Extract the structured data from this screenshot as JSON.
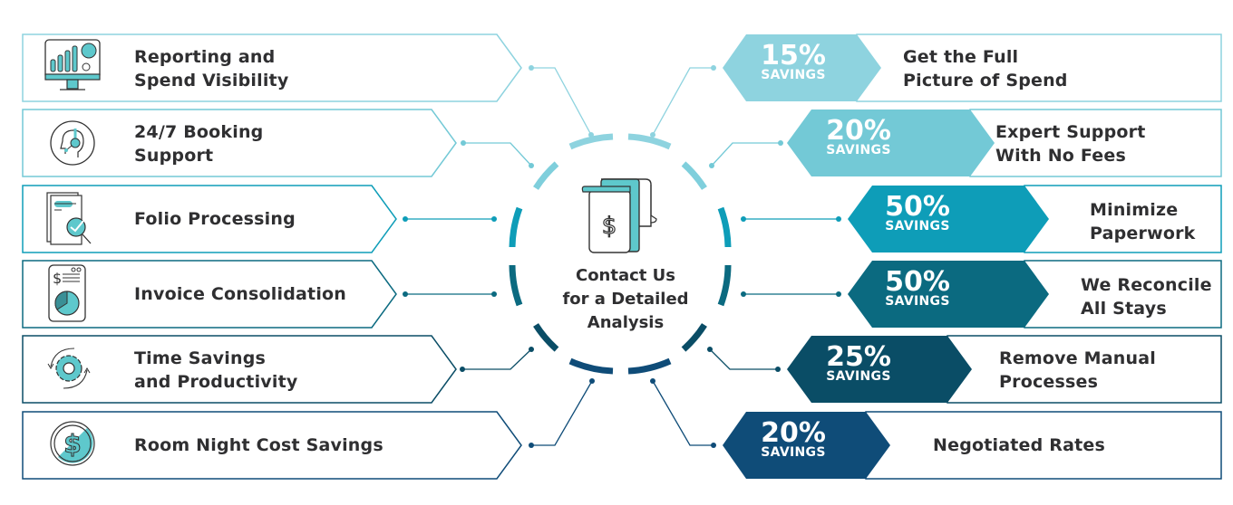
{
  "colors": {
    "row1": "#8ed3df",
    "row2": "#73c9d6",
    "row3": "#0e9db8",
    "row4": "#0b6a80",
    "row5": "#0a4d66",
    "row6": "#0f4c78",
    "text": "#2f2f31",
    "icon_fill": "#5ec8cc",
    "icon_stroke": "#333333"
  },
  "center": {
    "icon": "receipt-dollar-icon",
    "line1": "Contact Us",
    "line2": "for a Detailed",
    "line3": "Analysis"
  },
  "features": [
    {
      "icon": "monitor-chart-icon",
      "line1": "Reporting and",
      "line2": "Spend Visibility"
    },
    {
      "icon": "headset-support-icon",
      "line1": "24/7 Booking",
      "line2": "Support"
    },
    {
      "icon": "document-magnifier-icon",
      "line1": "Folio Processing",
      "line2": ""
    },
    {
      "icon": "invoice-pie-icon",
      "line1": "Invoice Consolidation",
      "line2": ""
    },
    {
      "icon": "gear-cycle-icon",
      "line1": "Time Savings",
      "line2": "and Productivity"
    },
    {
      "icon": "dollar-coin-icon",
      "line1": "Room Night Cost Savings",
      "line2": ""
    }
  ],
  "benefits": [
    {
      "percent": "15%",
      "unit": "SAVINGS",
      "line1": "Get the Full",
      "line2": "Picture of Spend"
    },
    {
      "percent": "20%",
      "unit": "SAVINGS",
      "line1": "Expert Support",
      "line2": "With No Fees"
    },
    {
      "percent": "50%",
      "unit": "SAVINGS",
      "line1": "Minimize",
      "line2": "Paperwork"
    },
    {
      "percent": "50%",
      "unit": "SAVINGS",
      "line1": "We Reconcile",
      "line2": "All Stays"
    },
    {
      "percent": "25%",
      "unit": "SAVINGS",
      "line1": "Remove Manual",
      "line2": "Processes"
    },
    {
      "percent": "20%",
      "unit": "SAVINGS",
      "line1": "Negotiated Rates",
      "line2": ""
    }
  ]
}
